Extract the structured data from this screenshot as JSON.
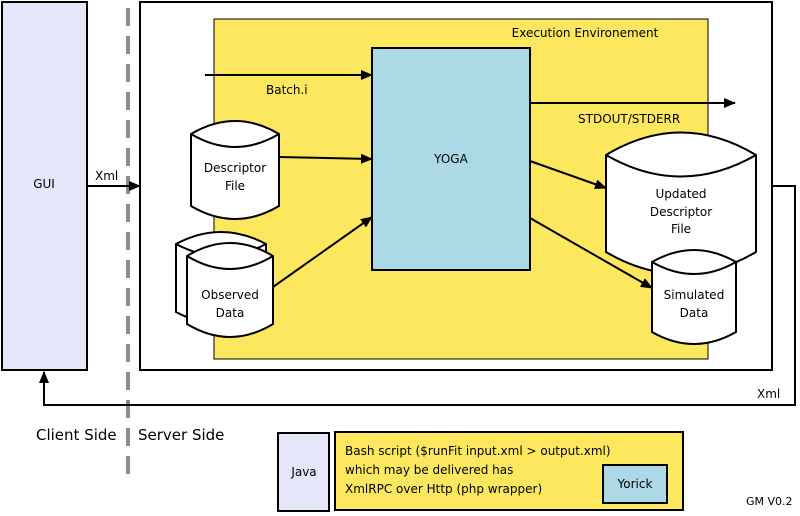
{
  "colors": {
    "gui_fill": "#e6e6fa",
    "execution_fill": "#fde75e",
    "yoga_fill": "#add8e6",
    "yorick_fill": "#add8e6",
    "java_fill": "#e6e6fa",
    "stroke": "#000000",
    "separator": "#8c8c8c"
  },
  "gui": {
    "label": "GUI"
  },
  "xml_in_label": "Xml",
  "xml_return_label": "Xml",
  "execution": {
    "title": "Execution Environement"
  },
  "yoga": {
    "label": "YOGA"
  },
  "batch_label": "Batch.i",
  "stdout_label": "STDOUT/STDERR",
  "descriptor": {
    "line1": "Descriptor",
    "line2": "File"
  },
  "observed": {
    "line1": "Observed",
    "line2": "Data"
  },
  "updated": {
    "line1": "Updated",
    "line2": "Descriptor",
    "line3": "File"
  },
  "simulated": {
    "line1": "Simulated",
    "line2": "Data"
  },
  "client_side_label": "Client Side",
  "server_side_label": "Server Side",
  "java": {
    "label": "Java"
  },
  "bash": {
    "line1": "Bash script ($runFit input.xml > output.xml)",
    "line2": "which may be delivered has",
    "line3": "XmlRPC over Http (php wrapper)"
  },
  "yorick": {
    "label": "Yorick"
  },
  "version_label": "GM V0.2"
}
